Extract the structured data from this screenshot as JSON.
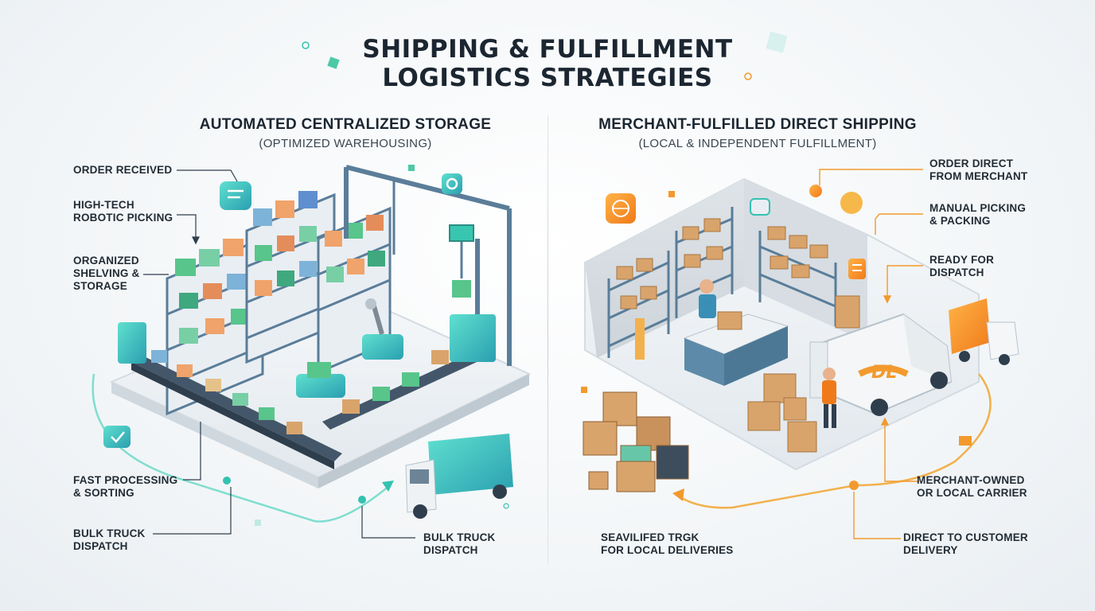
{
  "title": {
    "line1": "SHIPPING & FULFILLMENT",
    "line2": "LOGISTICS STRATEGIES"
  },
  "left": {
    "heading": "AUTOMATED CENTRALIZED STORAGE",
    "subheading": "(OPTIMIZED WAREHOUSING)",
    "labels": {
      "order_received": "ORDER RECEIVED",
      "robotic_picking": "HIGH-TECH\nROBOTIC PICKING",
      "shelving": "ORGANIZED\nSHELVING &\nSTORAGE",
      "processing": "FAST PROCESSING\n& SORTING",
      "bulk_dispatch_1": "BULK TRUCK\nDISPATCH",
      "bulk_dispatch_2": "BULK TRUCK\nDISPATCH"
    }
  },
  "right": {
    "heading": "MERCHANT-FULFILLED DIRECT SHIPPING",
    "subheading": "(LOCAL & INDEPENDENT FULFILLMENT)",
    "labels": {
      "order_direct": "ORDER DIRECT\nFROM MERCHANT",
      "manual_picking": "MANUAL PICKING\n& PACKING",
      "ready": "READY FOR\nDISPATCH",
      "carrier": "MERCHANT-OWNED\nOR LOCAL CARRIER",
      "local_truck": "SEAVILIFED TRGK\nFOR LOCAL DELIVERIES",
      "direct_delivery": "DIRECT TO CUSTOMER\nDELIVERY"
    },
    "van_logo": "DL"
  },
  "colors": {
    "teal": "#33c2b1",
    "orange": "#f29a2e",
    "steel": "#5a7d99",
    "cardboard": "#d9a46b"
  },
  "icons": [
    "chat-icon",
    "gear-icon",
    "globe-icon",
    "location-pin-icon",
    "list-icon"
  ]
}
